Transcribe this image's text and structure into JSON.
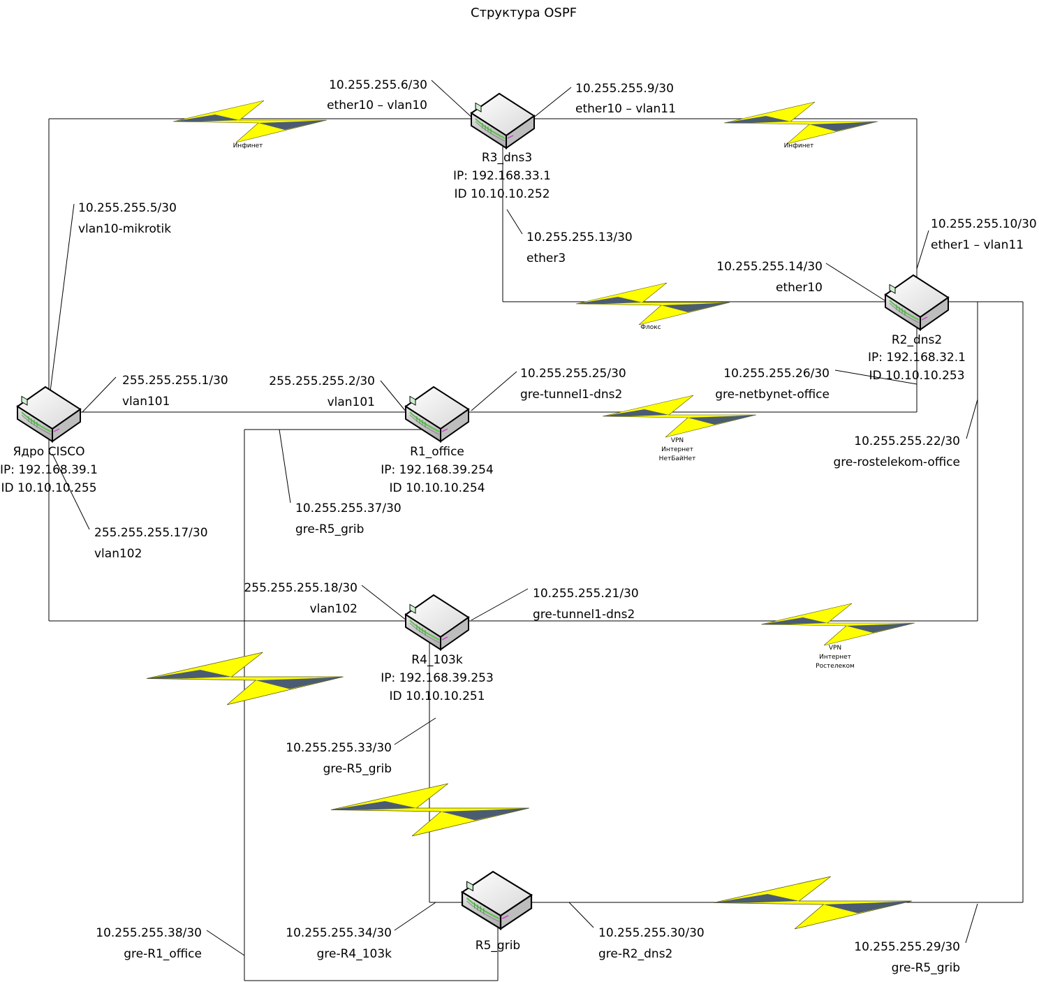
{
  "title": "Структура OSPF",
  "routers": [
    {
      "name": "R3_dns3",
      "ip": "IP: 192.168.33.1",
      "id": "ID 10.10.10.252"
    },
    {
      "name": "R2_dns2",
      "ip": "IP: 192.168.32.1",
      "id": "ID 10.10.10.253"
    },
    {
      "name": "Ядро CISCO",
      "ip": "IP: 192.168.39.1",
      "id": "ID 10.10.10.255"
    },
    {
      "name": "R1_office",
      "ip": "IP: 192.168.39.254",
      "id": "ID 10.10.10.254"
    },
    {
      "name": "R4_103k",
      "ip": "IP: 192.168.39.253",
      "id": "ID 10.10.10.251"
    },
    {
      "name": "R5_grib"
    }
  ],
  "links": [
    {
      "label": "Инфинет"
    },
    {
      "label": "Инфинет"
    },
    {
      "label": "Флокс"
    },
    {
      "label_lines": [
        "VPN",
        "Интернет",
        "НетБайНет"
      ]
    },
    {
      "label_lines": [
        "VPN",
        "Интернет",
        "Ростелеком"
      ]
    }
  ],
  "interfaces": [
    {
      "addr": "10.255.255.6/30",
      "name": "ether10 – vlan10"
    },
    {
      "addr": "10.255.255.9/30",
      "name": "ether10 – vlan11"
    },
    {
      "addr": "10.255.255.5/30",
      "name": "vlan10-mikrotik"
    },
    {
      "addr": "10.255.255.13/30",
      "name": "ether3"
    },
    {
      "addr": "10.255.255.10/30",
      "name": "ether1 – vlan11"
    },
    {
      "addr": "10.255.255.14/30",
      "name": "ether10"
    },
    {
      "addr": "255.255.255.1/30",
      "name": "vlan101"
    },
    {
      "addr": "255.255.255.2/30",
      "name": "vlan101"
    },
    {
      "addr": "10.255.255.25/30",
      "name": "gre-tunnel1-dns2"
    },
    {
      "addr": "10.255.255.26/30",
      "name": "gre-netbynet-office"
    },
    {
      "addr": "10.255.255.22/30",
      "name": "gre-rostelekom-office"
    },
    {
      "addr": "10.255.255.37/30",
      "name": "gre-R5_grib"
    },
    {
      "addr": "255.255.255.17/30",
      "name": "vlan102"
    },
    {
      "addr": "255.255.255.18/30",
      "name": "vlan102"
    },
    {
      "addr": "10.255.255.21/30",
      "name": "gre-tunnel1-dns2"
    },
    {
      "addr": "10.255.255.33/30",
      "name": "gre-R5_grib"
    },
    {
      "addr": "10.255.255.38/30",
      "name": "gre-R1_office"
    },
    {
      "addr": "10.255.255.34/30",
      "name": "gre-R4_103k"
    },
    {
      "addr": "10.255.255.30/30",
      "name": "gre-R2_dns2"
    },
    {
      "addr": "10.255.255.29/30",
      "name": "gre-R5_grib"
    }
  ],
  "colors": {
    "bolt_fill": "#ffff00",
    "bolt_dark": "#3a4a8a",
    "router_top": "#f2f2f2",
    "router_side": "#cfcfcf",
    "router_stripe": "#5fbf4f"
  }
}
